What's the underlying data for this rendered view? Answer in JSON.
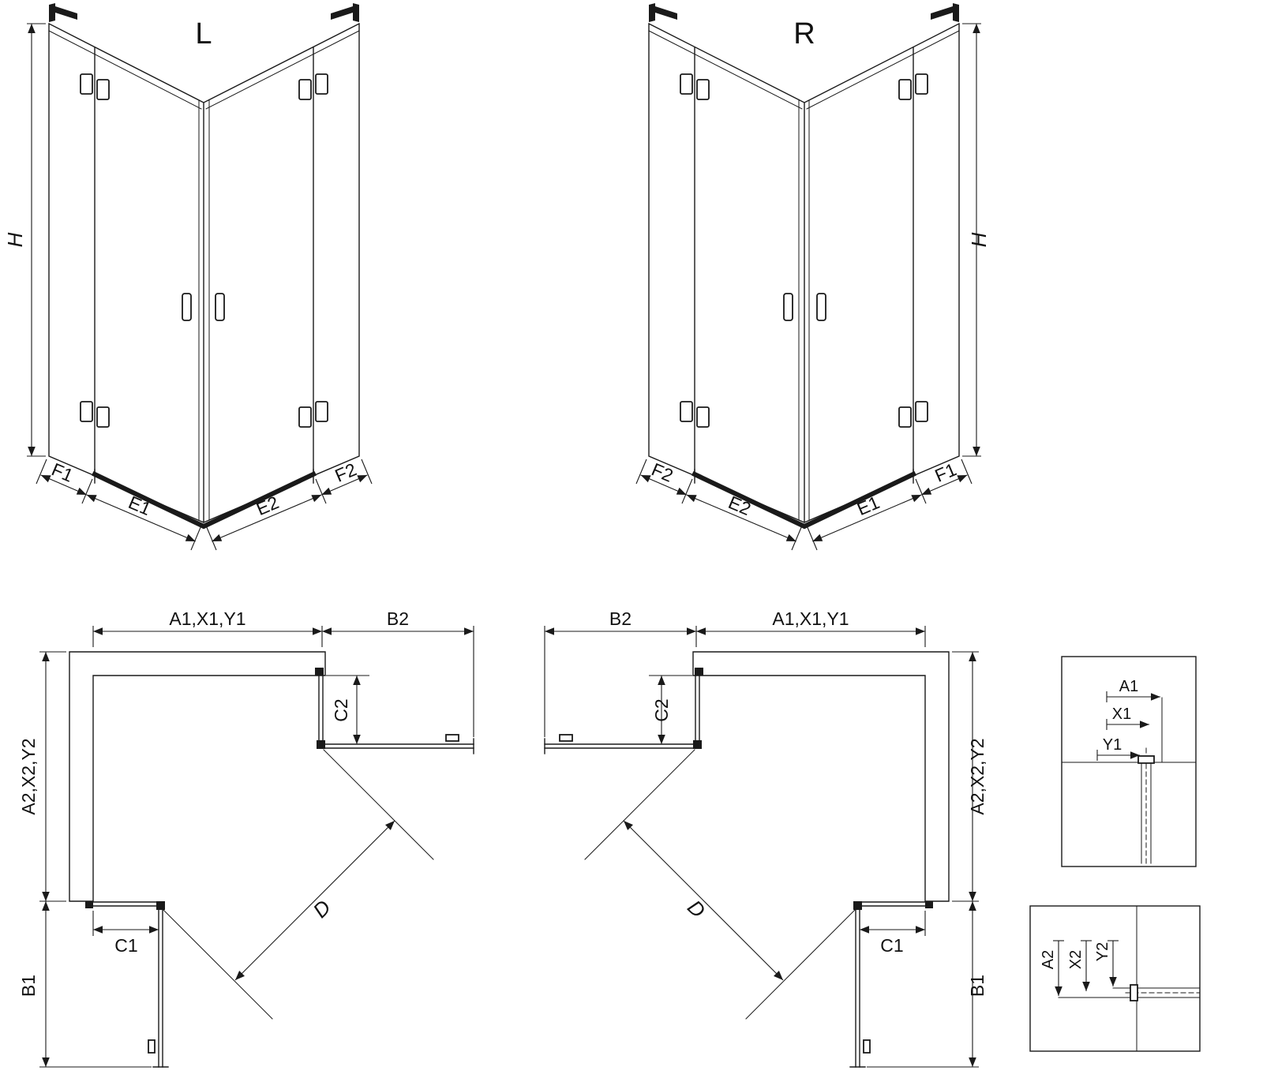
{
  "colors": {
    "line": "#1a1a1a",
    "background": "#ffffff"
  },
  "iso_left": {
    "label": "L",
    "dim_h": "H",
    "dim_f1": "F1",
    "dim_e1": "E1",
    "dim_e2": "E2",
    "dim_f2": "F2"
  },
  "iso_right": {
    "label": "R",
    "dim_h": "H",
    "dim_f1": "F1",
    "dim_e1": "E1",
    "dim_e2": "E2",
    "dim_f2": "F2"
  },
  "plan_left": {
    "dim_a1": "A1,X1,Y1",
    "dim_b2": "B2",
    "dim_c2": "C2",
    "dim_a2": "A2,X2,Y2",
    "dim_b1": "B1",
    "dim_c1": "C1",
    "dim_d": "D"
  },
  "plan_right": {
    "dim_a1": "A1,X1,Y1",
    "dim_b2": "B2",
    "dim_c2": "C2",
    "dim_a2": "A2,X2,Y2",
    "dim_b1": "B1",
    "dim_c1": "C1",
    "dim_d": "D"
  },
  "detail_top": {
    "dim_a1": "A1",
    "dim_x1": "X1",
    "dim_y1": "Y1"
  },
  "detail_bottom": {
    "dim_a2": "A2",
    "dim_x2": "X2",
    "dim_y2": "Y2"
  }
}
